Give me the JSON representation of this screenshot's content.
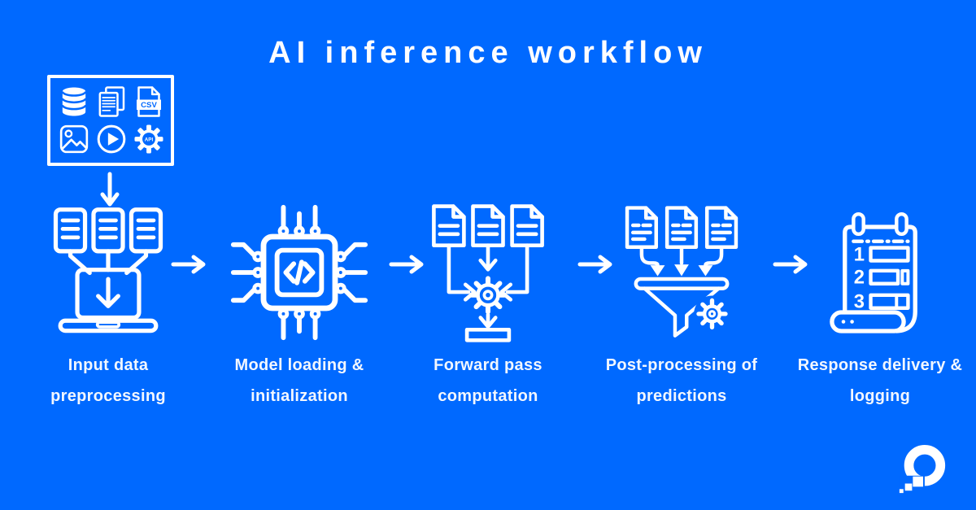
{
  "page": {
    "title": "AI inference workflow",
    "background_color": "#0069ff",
    "foreground_color": "#ffffff"
  },
  "data_sources_box": {
    "icons": [
      {
        "name": "database-icon"
      },
      {
        "name": "documents-icon"
      },
      {
        "name": "csv-file-icon",
        "label": "CSV"
      },
      {
        "name": "image-icon"
      },
      {
        "name": "video-play-icon"
      },
      {
        "name": "api-gear-icon",
        "label": "API"
      }
    ]
  },
  "steps": [
    {
      "icon": "input-preprocessing-icon",
      "lines": [
        "Input data",
        "preprocessing"
      ]
    },
    {
      "icon": "model-loading-icon",
      "lines": [
        "Model loading &",
        "initialization"
      ]
    },
    {
      "icon": "forward-pass-icon",
      "lines": [
        "Forward pass",
        "computation"
      ]
    },
    {
      "icon": "post-processing-icon",
      "lines": [
        "Post-processing of",
        "predictions"
      ]
    },
    {
      "icon": "response-delivery-icon",
      "lines": [
        "Response delivery &",
        "logging"
      ],
      "list_numbers": [
        "1",
        "2",
        "3"
      ]
    }
  ],
  "brand": {
    "logo": "digitalocean-logo"
  }
}
